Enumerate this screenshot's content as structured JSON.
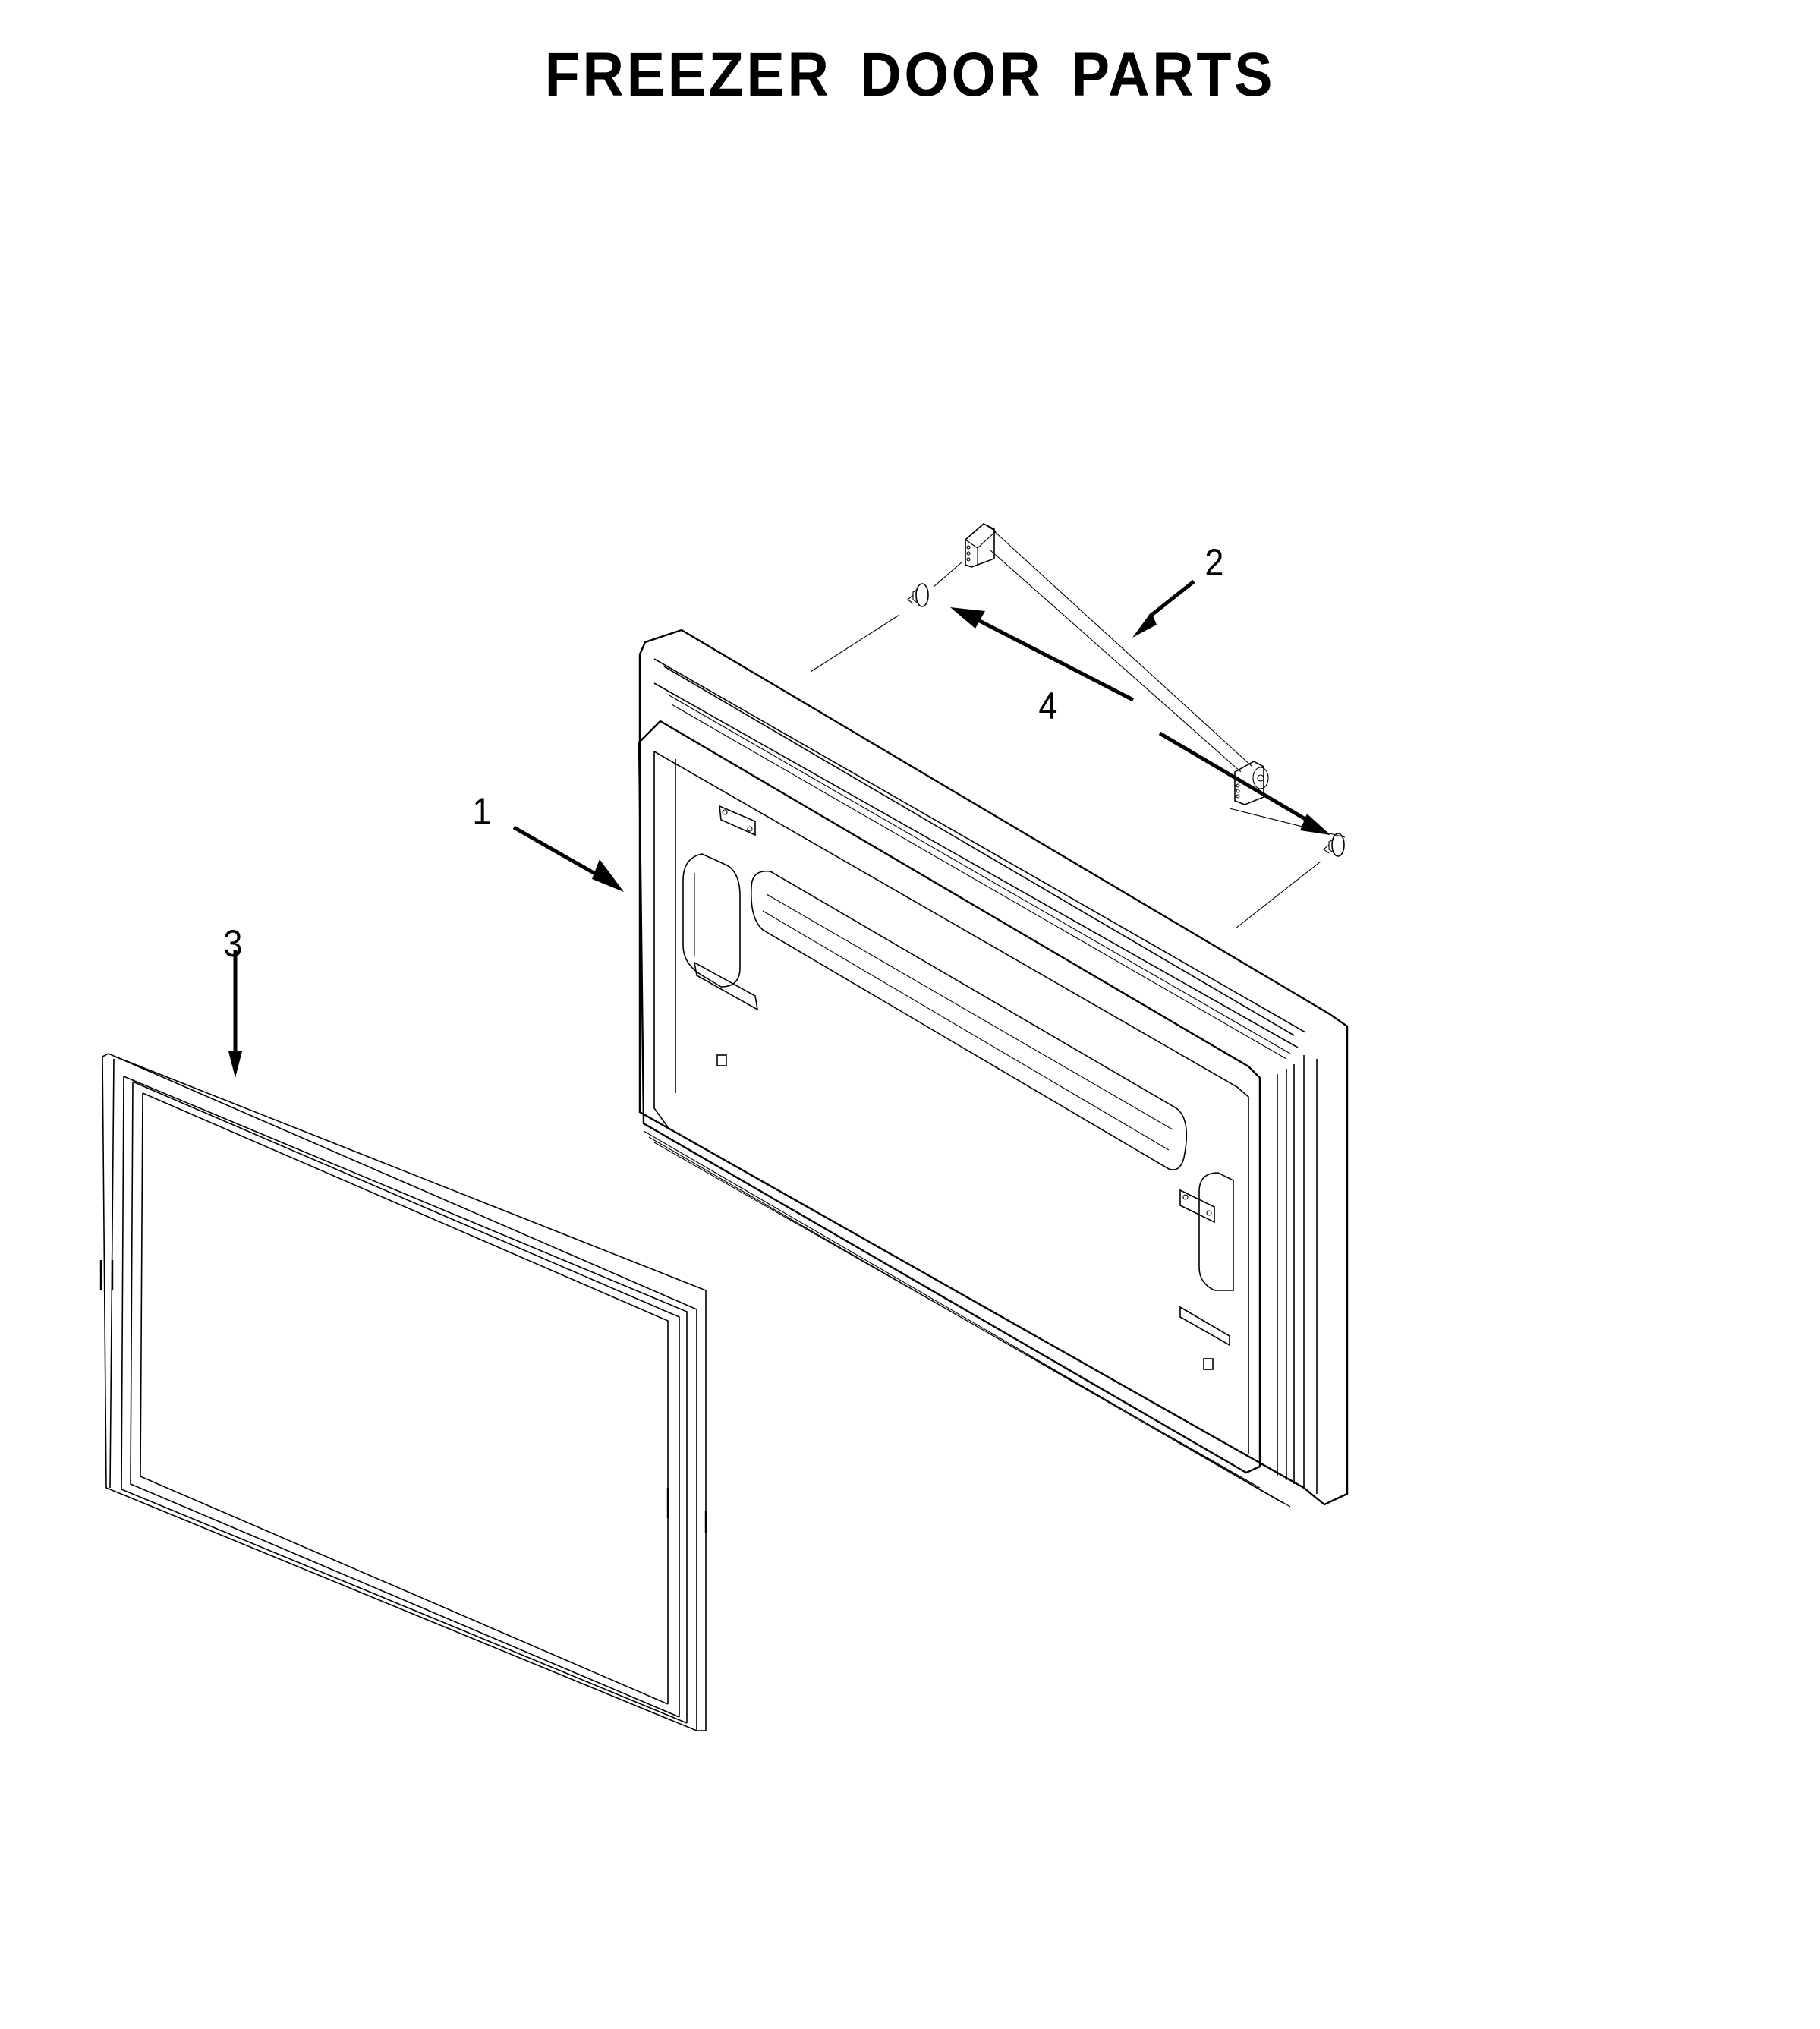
{
  "page": {
    "title": "FREEZER DOOR PARTS"
  },
  "callouts": [
    {
      "id": "1",
      "label": "1",
      "part": "freezer-door-assembly"
    },
    {
      "id": "2",
      "label": "2",
      "part": "door-handle"
    },
    {
      "id": "3",
      "label": "3",
      "part": "door-gasket"
    },
    {
      "id": "4",
      "label": "4",
      "part": "handle-mounting-stud"
    }
  ],
  "colors": {
    "ink": "#000000",
    "background": "#ffffff"
  }
}
